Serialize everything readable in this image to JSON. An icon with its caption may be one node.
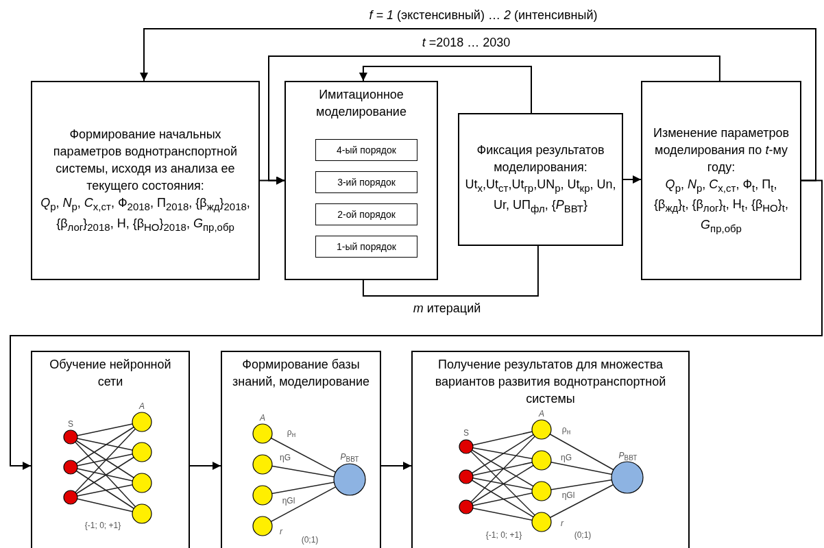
{
  "diagram": {
    "nodes": [
      {
        "text": [
          "Формирование начальных параметров воднотранспортной системы, исходя из анализа ее текущего состояния:",
          "*Q*$_{р}$, *N*$_{р}$, *C*$_{х,ст}$, Ф$_{2018}$, П$_{2018}$, {β$_{жд}$}$_{2018}$, {β$_{лог}$}$_{2018}$, Н, {β$_{НО}$}$_{2018}$, *G*$_{пр,обр}$"
        ]
      },
      {
        "text": [
          "Имитационное моделирование"
        ]
      },
      {
        "text": [
          "4-ый порядок"
        ],
        "in": 1
      },
      {
        "text": [
          "3-ий порядок"
        ],
        "in": 1
      },
      {
        "text": [
          "2-ой порядок"
        ],
        "in": 1
      },
      {
        "text": [
          "1-ый порядок"
        ],
        "in": 1
      },
      {
        "text": [
          "Фиксация результатов моделирования:",
          "Ut$_{х}$,Ut$_{ст}$,Ut$_{гр}$,UN$_{р}$, Ut$_{кр}$, Un, Ur, UП$_{фл}$, {*P*$_{ВВТ}$}"
        ]
      },
      {
        "text": [
          "Изменение параметров моделирования по *t*-му году:",
          "*Q*$_{р}$, *N*$_{р}$, *C*$_{х,ст}$, Ф$_{t}$, П$_{t}$, {β$_{жд}$}$_{t}$, {β$_{лог}$}$_{t}$, Н$_{t}$, {β$_{НО}$}$_{t}$, *G*$_{пр,обр}$"
        ]
      },
      {
        "text": [
          "Обучение нейронной сети"
        ]
      },
      {
        "text": [
          "Формирование базы знаний, моделирование"
        ]
      },
      {
        "text": [
          "Получение результатов для множества вариантов развития воднотранспортной системы"
        ]
      }
    ],
    "edges": [
      {
        "from": 0,
        "to": 1,
        "arrow": "to"
      },
      {
        "from": 1,
        "to": 6,
        "arrow": "none",
        "label": "*m* итераций"
      },
      {
        "from": 6,
        "to": 1,
        "arrow": "to"
      },
      {
        "from": 6,
        "to": 7,
        "arrow": "to"
      },
      {
        "from": 7,
        "to": 1,
        "arrow": "to",
        "label": "*t* =2018 … 2030"
      },
      {
        "from": 7,
        "to": 0,
        "arrow": "to",
        "label": "*f = 1* (экстенсивный) … *2* (интенсивный)"
      },
      {
        "from": 7,
        "to": 8,
        "arrow": "to"
      },
      {
        "from": 8,
        "to": 9,
        "arrow": "to"
      },
      {
        "from": 9,
        "to": 10,
        "arrow": "to"
      }
    ],
    "labels": [
      "S",
      "*A*",
      "{-1; 0; +1}",
      "*A*",
      "ρ$_{н}$",
      "ηG",
      "ηGl",
      "*r*",
      "*P*$_{ВВТ}$",
      "(0;1)",
      "S",
      "*A*",
      "ρ$_{н}$",
      "ηG",
      "ηGl",
      "*r*",
      "*P*$_{ВВТ}$",
      "{-1; 0; +1}",
      "(0;1)"
    ]
  }
}
